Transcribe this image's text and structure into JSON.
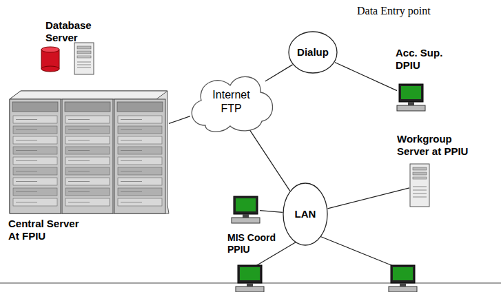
{
  "diagram": {
    "nodes": [
      {
        "text": [
          "Central Server At FPIU"
        ]
      },
      {
        "text": [
          "Internet FTP"
        ]
      },
      {
        "text": [
          "Dialup"
        ]
      },
      {
        "text": [
          "Acc. Sup. DPIU"
        ]
      },
      {
        "text": [
          "Workgroup Server at PPIU"
        ]
      },
      {
        "text": [
          "LAN"
        ]
      },
      {
        "text": [
          "MIS Coord PPIU"
        ]
      }
    ],
    "edges": [
      {
        "from": 0,
        "to": 1,
        "arrow": "none"
      },
      {
        "from": 1,
        "to": 2,
        "arrow": "none"
      },
      {
        "from": 2,
        "to": 3,
        "arrow": "none"
      },
      {
        "from": 1,
        "to": 5,
        "arrow": "none"
      },
      {
        "from": 5,
        "to": 4,
        "arrow": "none"
      },
      {
        "from": 5,
        "to": 6,
        "arrow": "none"
      }
    ],
    "labels": [
      "Database Server",
      "Data Entry point"
    ]
  }
}
